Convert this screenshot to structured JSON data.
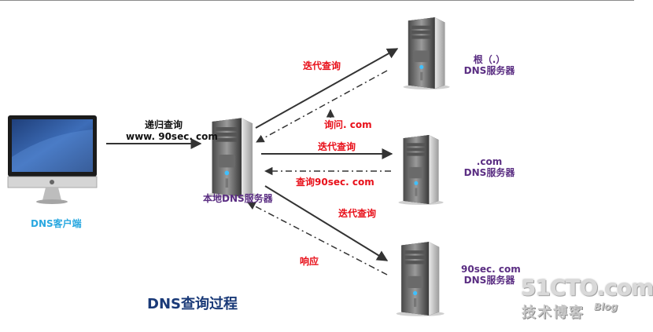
{
  "client": {
    "label": "DNS客户端"
  },
  "local_server": {
    "label": "本地DNS服务器"
  },
  "root_server": {
    "line1": "根（.）",
    "line2": "DNS服务器"
  },
  "com_server": {
    "line1": ".com",
    "line2": "DNS服务器"
  },
  "domain_server": {
    "line1": "90sec. com",
    "line2": "DNS服务器"
  },
  "edges": {
    "recursive_query": "递归查询",
    "recursive_target": "www. 90sec. com",
    "iter_root": "迭代查询",
    "ask_root_reply": "询问. com",
    "iter_com": "迭代查询",
    "com_reply": "查询90sec. com",
    "iter_domain": "迭代查询",
    "domain_reply": "响应"
  },
  "title": "DNS查询过程",
  "watermark": {
    "brand": "51CTO.com",
    "sub": "技术博客",
    "blog": "Blog"
  },
  "colors": {
    "query": "#e8101a",
    "server_label": "#5a2d82",
    "client_label": "#2aa8e0",
    "title": "#1a3a78"
  }
}
